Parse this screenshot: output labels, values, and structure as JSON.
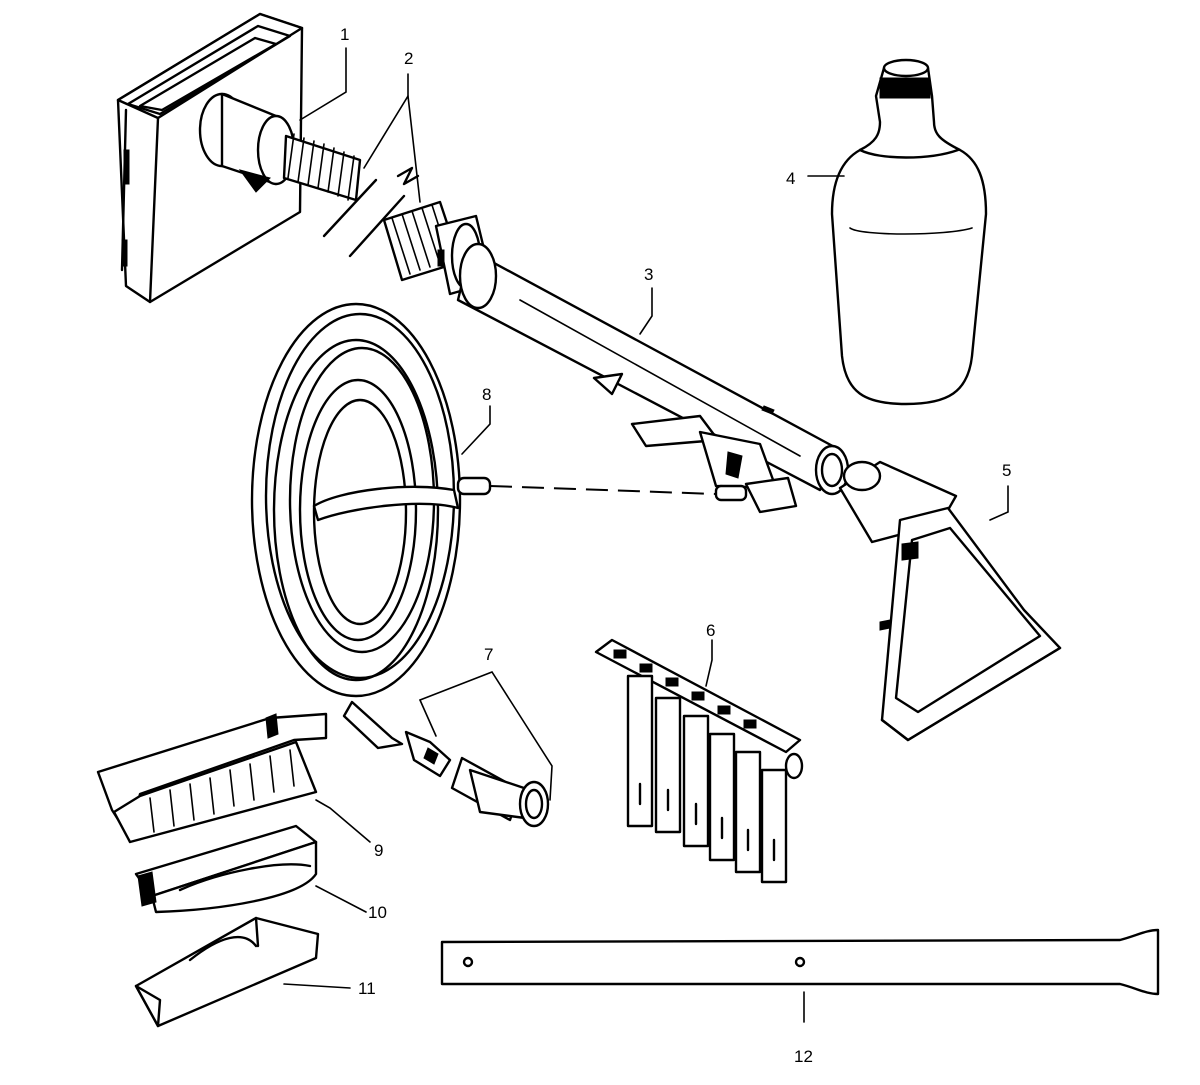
{
  "diagram": {
    "labels": {
      "part_1": "1",
      "part_2": "2",
      "part_3": "3",
      "part_4": "4",
      "part_5": "5",
      "part_6": "6",
      "part_7": "7",
      "part_8": "8",
      "part_9": "9",
      "part_10": "10",
      "part_11": "11",
      "part_12": "12"
    }
  }
}
